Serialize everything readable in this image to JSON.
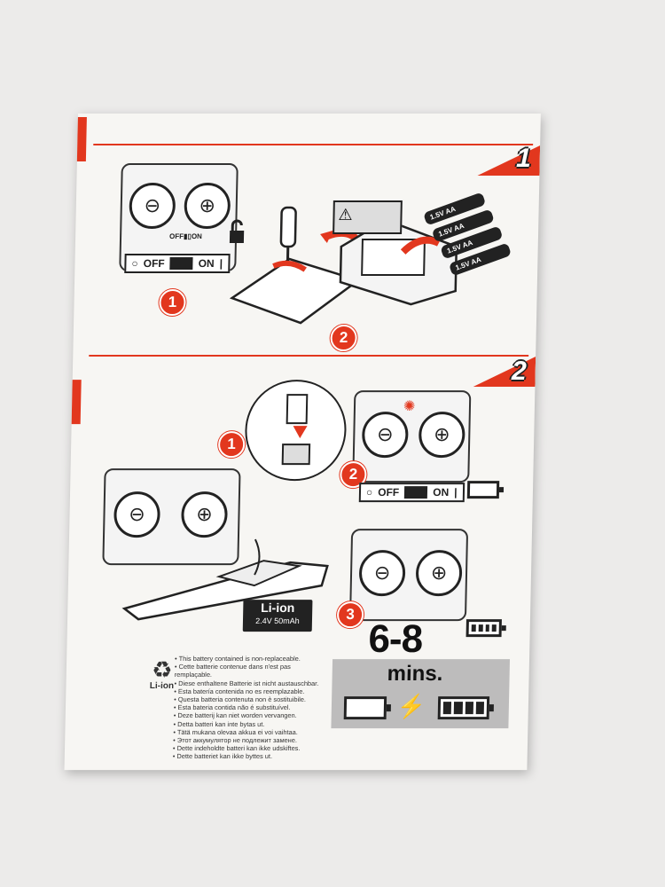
{
  "steps": {
    "step1": "1",
    "step2": "2"
  },
  "callouts": {
    "c1": "1",
    "c2": "2",
    "c3": "1",
    "c4": "2",
    "c5": "3"
  },
  "switch": {
    "off": "OFF",
    "on": "ON"
  },
  "aa_label": "1.5V AA",
  "li_ion": {
    "title": "Li-ion",
    "spec": "2.4V  50mAh"
  },
  "recycle_label": "Li-ion",
  "battery_notice": [
    "This battery contained is non-replaceable.",
    "Cette batterie contenue dans n'est pas remplaçable.",
    "Diese enthaltene Batterie ist nicht austauschbar.",
    "Esta batería contenida no es reemplazable.",
    "Questa batteria contenuta non è sostituibile.",
    "Esta bateria contida não é substituível.",
    "Deze batterij kan niet worden vervangen.",
    "Detta batteri kan inte bytas ut.",
    "Tätä mukana olevaa akkua ei voi vaihtaa.",
    "Этот аккумулятор не подлежит замене.",
    "Dette indeholdte batteri kan ikke udskiftes.",
    "Dette batteriet kan ikke byttes ut."
  ],
  "charge_time": {
    "range": "6-8",
    "unit": "mins."
  }
}
